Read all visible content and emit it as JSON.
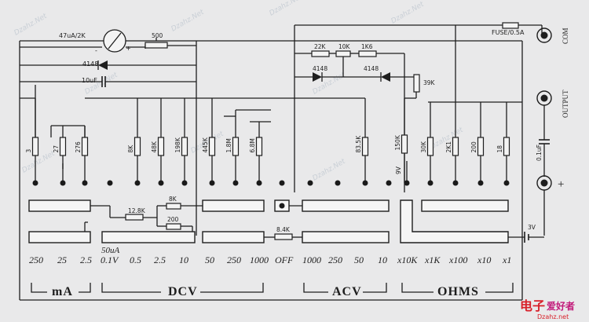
{
  "watermark": "Dzahz.Net",
  "components": {
    "meter": "47uA/2K",
    "meter_plus": "+",
    "meter_minus": "-",
    "pot_500": "500",
    "diode_4148_left": "4148",
    "cap_10uF": "10uF",
    "r_22K": "22K",
    "r_10K": "10K",
    "r_1K6": "1K6",
    "diode_4148_a": "4148",
    "diode_4148_b": "4148",
    "r_39K": "39K",
    "fuse": "FUSE/0.5A",
    "r_3": "3",
    "r_27": "27",
    "r_276": "276",
    "r_8K": "8K",
    "r_48K": "48K",
    "r_198K": "198K",
    "r_445K": "445K",
    "r_1M8": "1.8M",
    "r_6M8": "6.8M",
    "r_83K5": "83.5K",
    "r_150K": "150K",
    "r_30K": "30K",
    "r_2K1": "2K1",
    "r_200": "200",
    "r_18": "18",
    "r_8K_mid": "8K",
    "r_12K8": "12.8K",
    "r_200_mid": "200",
    "r_8K4": "8.4K",
    "zener": "9V",
    "cap_out": "0.1uF",
    "battery": "3V",
    "jack_plus": "+"
  },
  "side_labels": {
    "com": "COM",
    "output": "OUTPUT"
  },
  "ranges": {
    "ma": [
      "250",
      "25",
      "2.5"
    ],
    "dcv_note": "50uA",
    "dcv": [
      "0.1V",
      "0.5",
      "2.5",
      "10",
      "50",
      "250",
      "1000"
    ],
    "off": "OFF",
    "acv": [
      "1000",
      "250",
      "50",
      "10"
    ],
    "ohms": [
      "x10K",
      "x1K",
      "x100",
      "x10",
      "x1"
    ]
  },
  "sections": {
    "ma": "mA",
    "dcv": "DCV",
    "acv": "ACV",
    "ohms": "OHMS"
  },
  "logo": {
    "cn_a": "电子",
    "cn_b": "爱好者",
    "url": "Dzahz.net"
  }
}
